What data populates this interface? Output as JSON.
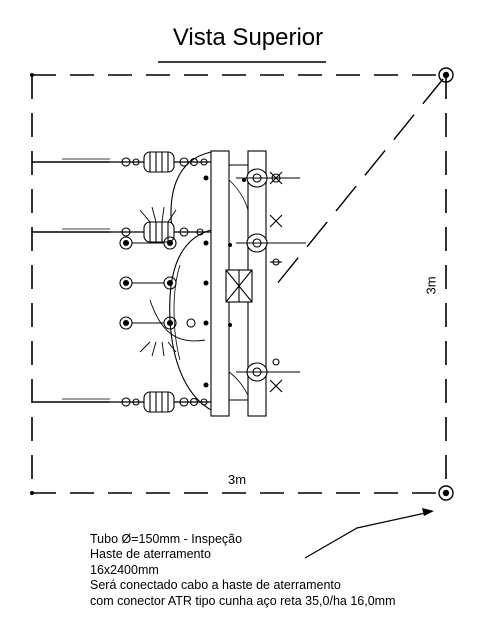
{
  "title": "Vista Superior",
  "dimension_width": "3m",
  "dimension_height": "3m",
  "notes": [
    "Tubo Ø=150mm - Inspeção",
    "Haste de aterramento",
    "16x2400mm",
    "Será conectado cabo a haste de aterramento",
    "com conector ATR tipo cunha aço reta 35,0/ha 16,0mm"
  ]
}
